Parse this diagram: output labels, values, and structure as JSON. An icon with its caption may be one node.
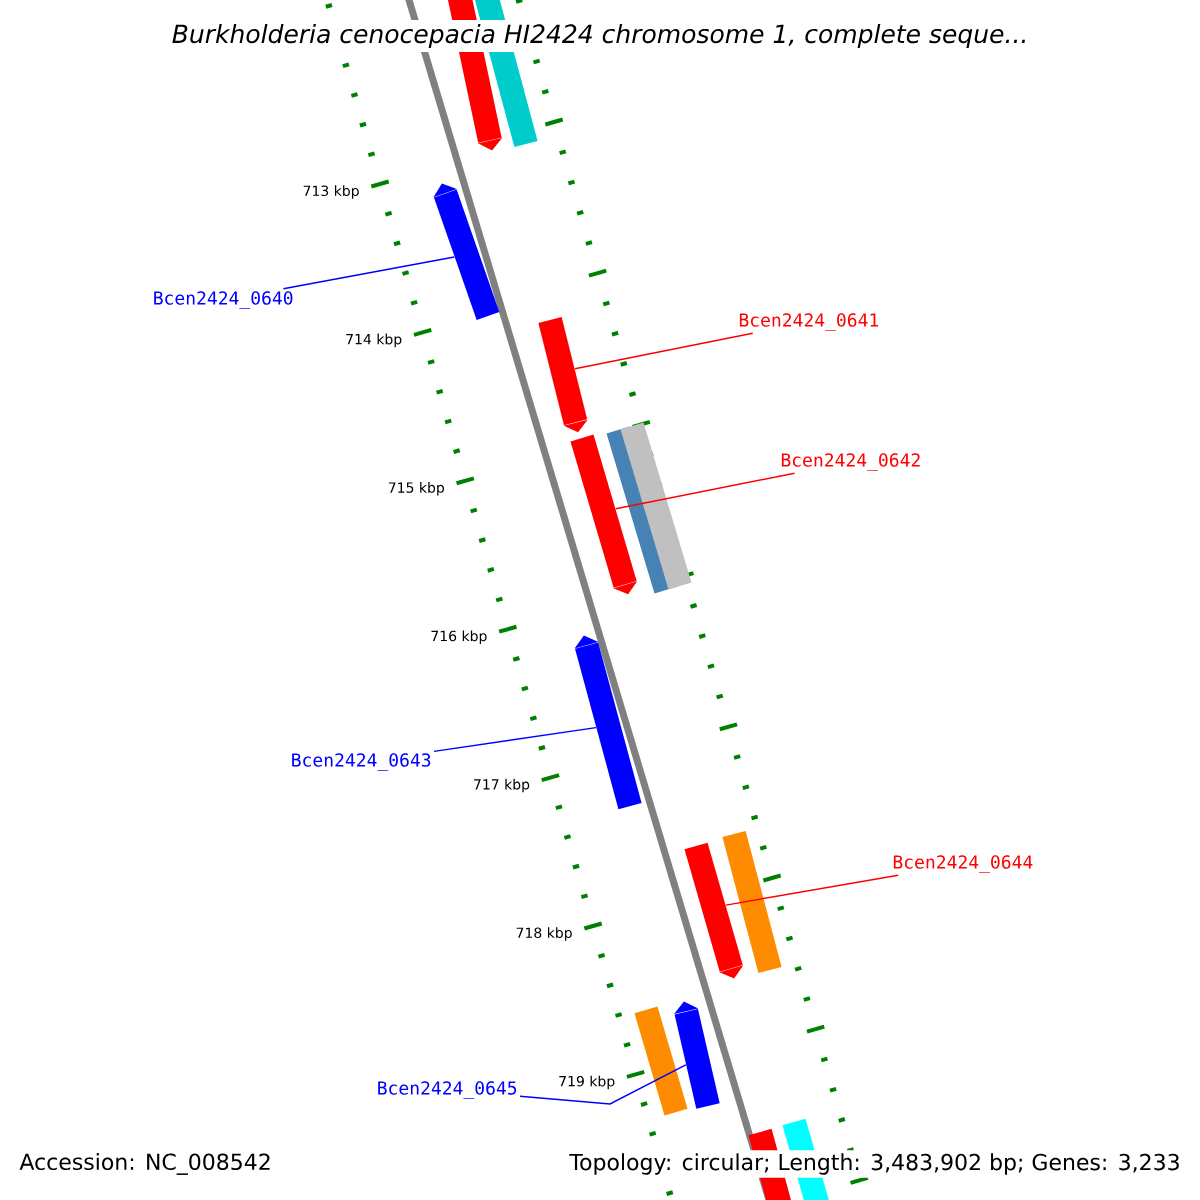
{
  "diagram": {
    "title": "Burkholderia cenocepacia HI2424 chromosome 1, complete seque...",
    "nodes": [
      {
        "text": [],
        "shape": "bar"
      },
      {
        "text": [],
        "shape": "bar"
      },
      {
        "text": [
          "Bcen2424_0640"
        ]
      },
      {
        "text": [],
        "shape": "bar"
      },
      {
        "text": [
          "Bcen2424_0641"
        ]
      },
      {
        "text": [],
        "shape": "bar"
      },
      {
        "text": [
          "Bcen2424_0642"
        ]
      },
      {
        "text": [],
        "shape": "bar"
      },
      {
        "text": [],
        "shape": "bar"
      },
      {
        "text": [],
        "shape": "bar"
      },
      {
        "text": [
          "Bcen2424_0643"
        ]
      },
      {
        "text": [],
        "shape": "bar"
      },
      {
        "text": [
          "Bcen2424_0644"
        ]
      },
      {
        "text": [],
        "shape": "bar"
      },
      {
        "text": [],
        "shape": "bar"
      },
      {
        "text": [
          "Bcen2424_0645"
        ]
      },
      {
        "text": [],
        "shape": "bar"
      },
      {
        "text": [],
        "shape": "bar"
      },
      {
        "text": [],
        "shape": "bar"
      },
      {
        "text": [],
        "shape": "bar"
      }
    ],
    "edges": [
      {
        "from": 2,
        "to": 3,
        "arrow": "none",
        "color": "#0000ff"
      },
      {
        "from": 4,
        "to": 5,
        "arrow": "none",
        "color": "#ff0000"
      },
      {
        "from": 6,
        "to": 7,
        "arrow": "none",
        "color": "#ff0000"
      },
      {
        "from": 10,
        "to": 11,
        "arrow": "none",
        "color": "#0000ff"
      },
      {
        "from": 12,
        "to": 13,
        "arrow": "none",
        "color": "#ff0000"
      },
      {
        "from": 15,
        "to": 17,
        "arrow": "none",
        "color": "#0000ff"
      }
    ],
    "labels": [
      "713 kbp",
      "714 kbp",
      "715 kbp",
      "716 kbp",
      "717 kbp",
      "718 kbp",
      "719 kbp",
      "Accession: NC_008542",
      "Topology: circular; Length: 3,483,902 bp; Genes: 3,233"
    ]
  }
}
